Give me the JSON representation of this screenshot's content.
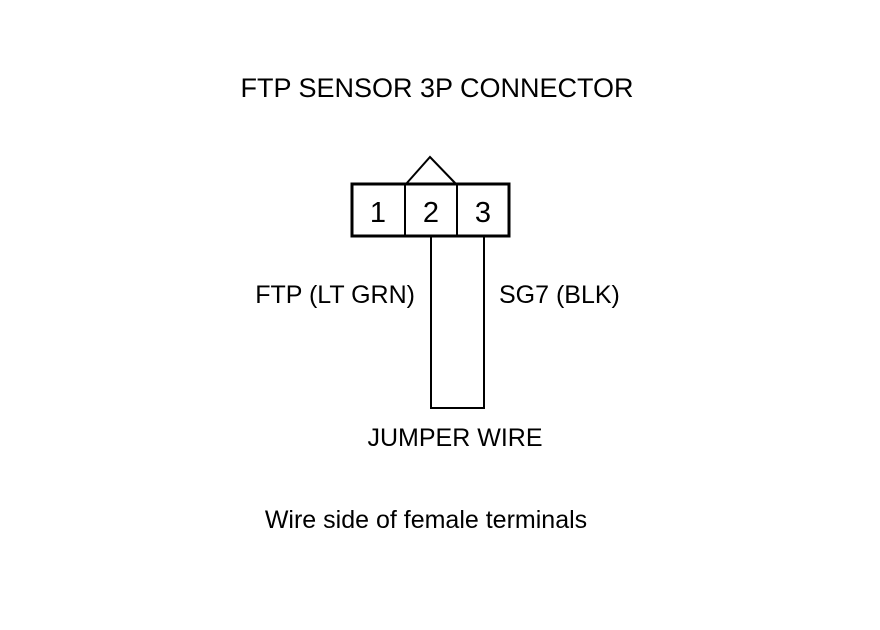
{
  "title": "FTP SENSOR 3P CONNECTOR",
  "connector": {
    "pins": [
      "1",
      "2",
      "3"
    ]
  },
  "wires": {
    "left_label": "FTP (LT GRN)",
    "right_label": "SG7 (BLK)"
  },
  "jumper_label": "JUMPER WIRE",
  "view_note": "Wire side of female terminals",
  "colors": {
    "line": "#000000",
    "background": "#ffffff"
  }
}
